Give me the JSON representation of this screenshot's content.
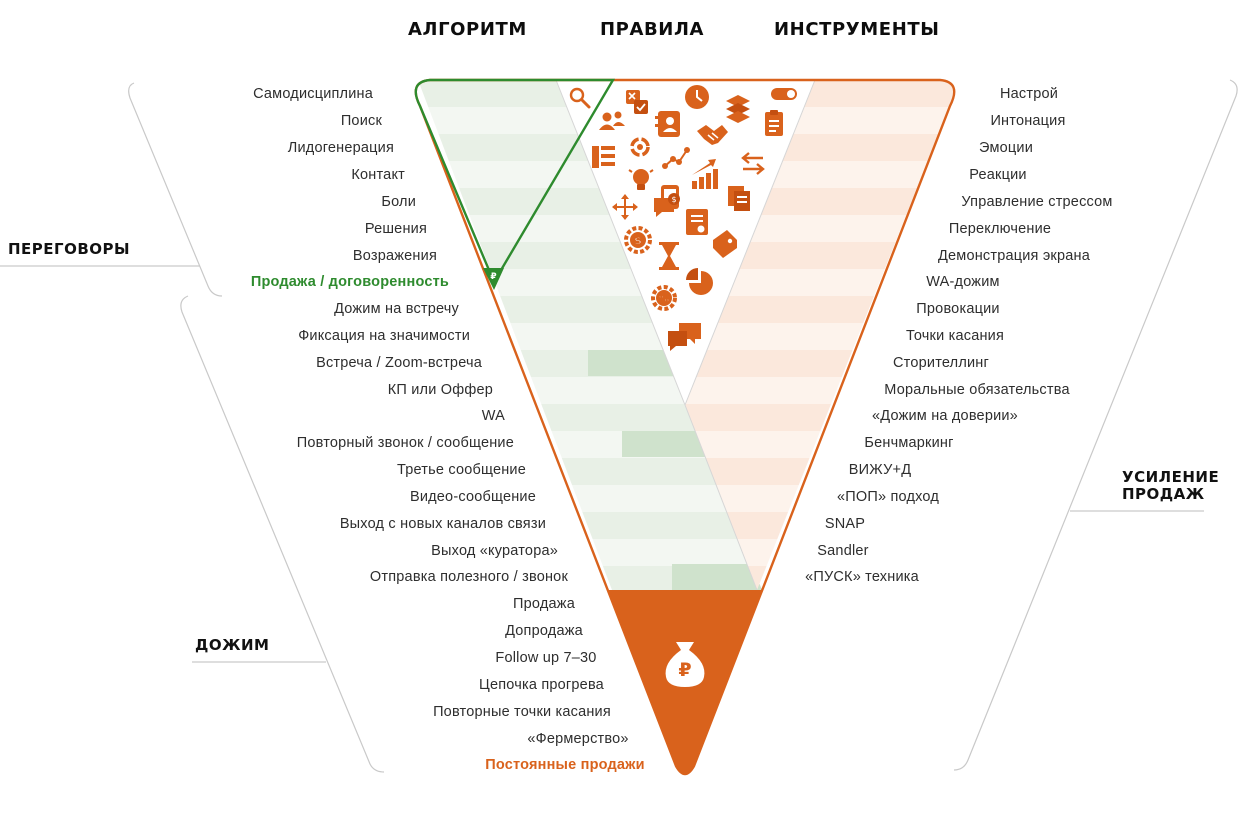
{
  "headers": {
    "algorithm": "АЛГОРИТМ",
    "rules": "ПРАВИЛА",
    "tools": "ИНСТРУМЕНТЫ"
  },
  "categories": {
    "negotiations": "ПЕРЕГОВОРЫ",
    "follow_up": "ДОЖИМ",
    "sales_boost_line1": "УСИЛЕНИЕ",
    "sales_boost_line2": "ПРОДАЖ"
  },
  "left_items": [
    "Самодисциплина",
    "Поиск",
    "Лидогенерация",
    "Контакт",
    "Боли",
    "Решения",
    "Возражения",
    "Продажа / договоренность",
    "Дожим на встречу",
    "Фиксация на значимости",
    "Встреча / Zoom-встреча",
    "КП или Оффер",
    "WA",
    "Повторный звонок / сообщение",
    "Третье сообщение",
    "Видео-сообщение",
    "Выход с новых каналов связи",
    "Выход «куратора»",
    "Отправка полезного / звонок"
  ],
  "bottom_items": [
    "Продажа",
    "Допродажа",
    "Follow up 7–30",
    "Цепочка прогрева",
    "Повторные точки касания",
    "«Фермерство»",
    "Постоянные продажи"
  ],
  "right_items": [
    "Настрой",
    "Интонация",
    "Эмоции",
    "Реакции",
    "Управление стрессом",
    "Переключение",
    "Демонстрация экрана",
    "WA-дожим",
    "Провокации",
    "Точки касания",
    "Сторителлинг",
    "Моральные обязательства",
    "«Дожим на доверии»",
    "Бенчмаркинг",
    "ВИЖУ+Д",
    "«ПОП» подход",
    "SNAP",
    "Sandler",
    "«ПУСК» техника"
  ],
  "icons": [
    "search-icon",
    "checklist-icon",
    "clock-icon",
    "toggle-icon",
    "layers-icon",
    "clipboard-icon",
    "team-icon",
    "contact-card-icon",
    "handshake-icon",
    "org-chart-icon",
    "cycle-icon",
    "graph-icon",
    "lightbulb-icon",
    "growth-chart-icon",
    "swap-arrows-icon",
    "phone-icon",
    "documents-icon",
    "move-icon",
    "chat-dollar-icon",
    "certificate-icon",
    "coin-gear-icon",
    "hourglass-icon",
    "price-tag-icon",
    "percent-gear-icon",
    "pie-chart-icon",
    "chat-bubbles-icon"
  ],
  "sale_icon": "money-bag-icon",
  "sale_symbol": "₽",
  "colors": {
    "green": "#2e8b2e",
    "orange": "#d9621c",
    "green_tint": "#e6f0e6",
    "orange_tint": "#fbe9de",
    "gray_line": "#c9c9c9"
  }
}
